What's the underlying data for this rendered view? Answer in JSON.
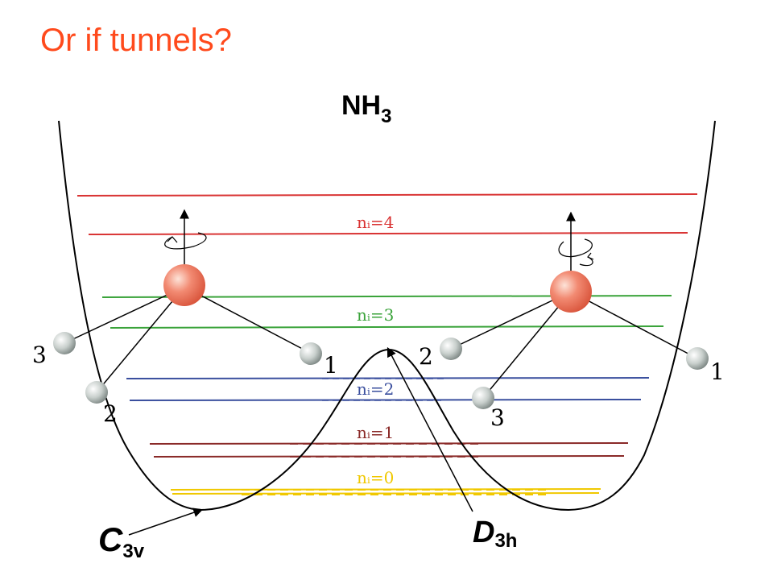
{
  "title": "Or if tunnels?",
  "molecule": {
    "base": "NH",
    "sub": "3"
  },
  "levels": [
    {
      "label": "nᵢ=4",
      "color": "#d93434"
    },
    {
      "label": "nᵢ=3",
      "color": "#3aa33a"
    },
    {
      "label": "nᵢ=2",
      "color": "#3a4f9e"
    },
    {
      "label": "nᵢ=1",
      "color": "#8a2a28"
    },
    {
      "label": "nᵢ=0",
      "color": "#f0c800"
    }
  ],
  "left_molecule": {
    "h_labels": [
      "3",
      "1",
      "2"
    ]
  },
  "right_molecule": {
    "h_labels": [
      "2",
      "1",
      "3"
    ]
  },
  "symmetry_labels": {
    "c3v": {
      "main": "C",
      "sub": "3v"
    },
    "d3h": {
      "main": "D",
      "sub": "3h"
    }
  },
  "colors": {
    "title": "#ff4a1c",
    "nitrogen": "#f0745c",
    "hydrogen": "#c8cfcc"
  },
  "icons": [
    "rotation-arrow-icon"
  ]
}
